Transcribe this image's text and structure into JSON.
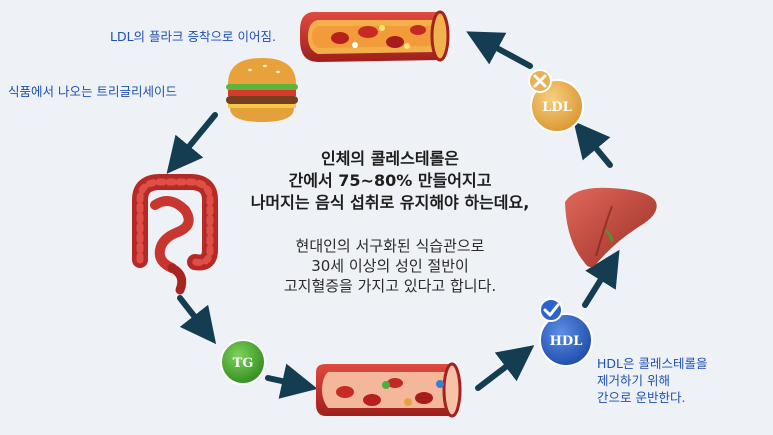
{
  "labels": {
    "ldl_plaque": "LDL의 플라크 증착으로 이어짐.",
    "food_trig": "식품에서 나오는 트리글리세이드",
    "hdl_line1": "HDL은 콜레스테롤을",
    "hdl_line2": "제거하기 위해",
    "hdl_line3": "간으로 운반한다."
  },
  "center": {
    "headline": [
      "인체의 콜레스테롤은",
      "간에서 75~80% 만들어지고",
      "나머지는 음식 섭취로 유지해야 하는데요,"
    ],
    "body": [
      "현대인의 서구화된 식습관으로",
      "30세 이상의 성인 절반이",
      "고지혈증을 가지고 있다고 합니다."
    ]
  },
  "badges": {
    "tg": "TG",
    "hdl": "HDL",
    "ldl": "LDL"
  },
  "icons": {
    "burger": "burger-icon",
    "intestine": "intestine-icon",
    "liver": "liver-icon",
    "vessel_plaque": "blood-vessel-plaque-icon",
    "vessel_clean": "blood-vessel-icon",
    "check": "check-icon",
    "cross": "cross-icon"
  },
  "colors": {
    "label_blue": "#1f4fb5",
    "arrow": "#143d52",
    "tg_green": "#3fa52a",
    "hdl_blue": "#2e63c9",
    "ldl_orange": "#eab055",
    "vessel_red": "#c9302c",
    "liver": "#c94a40"
  }
}
